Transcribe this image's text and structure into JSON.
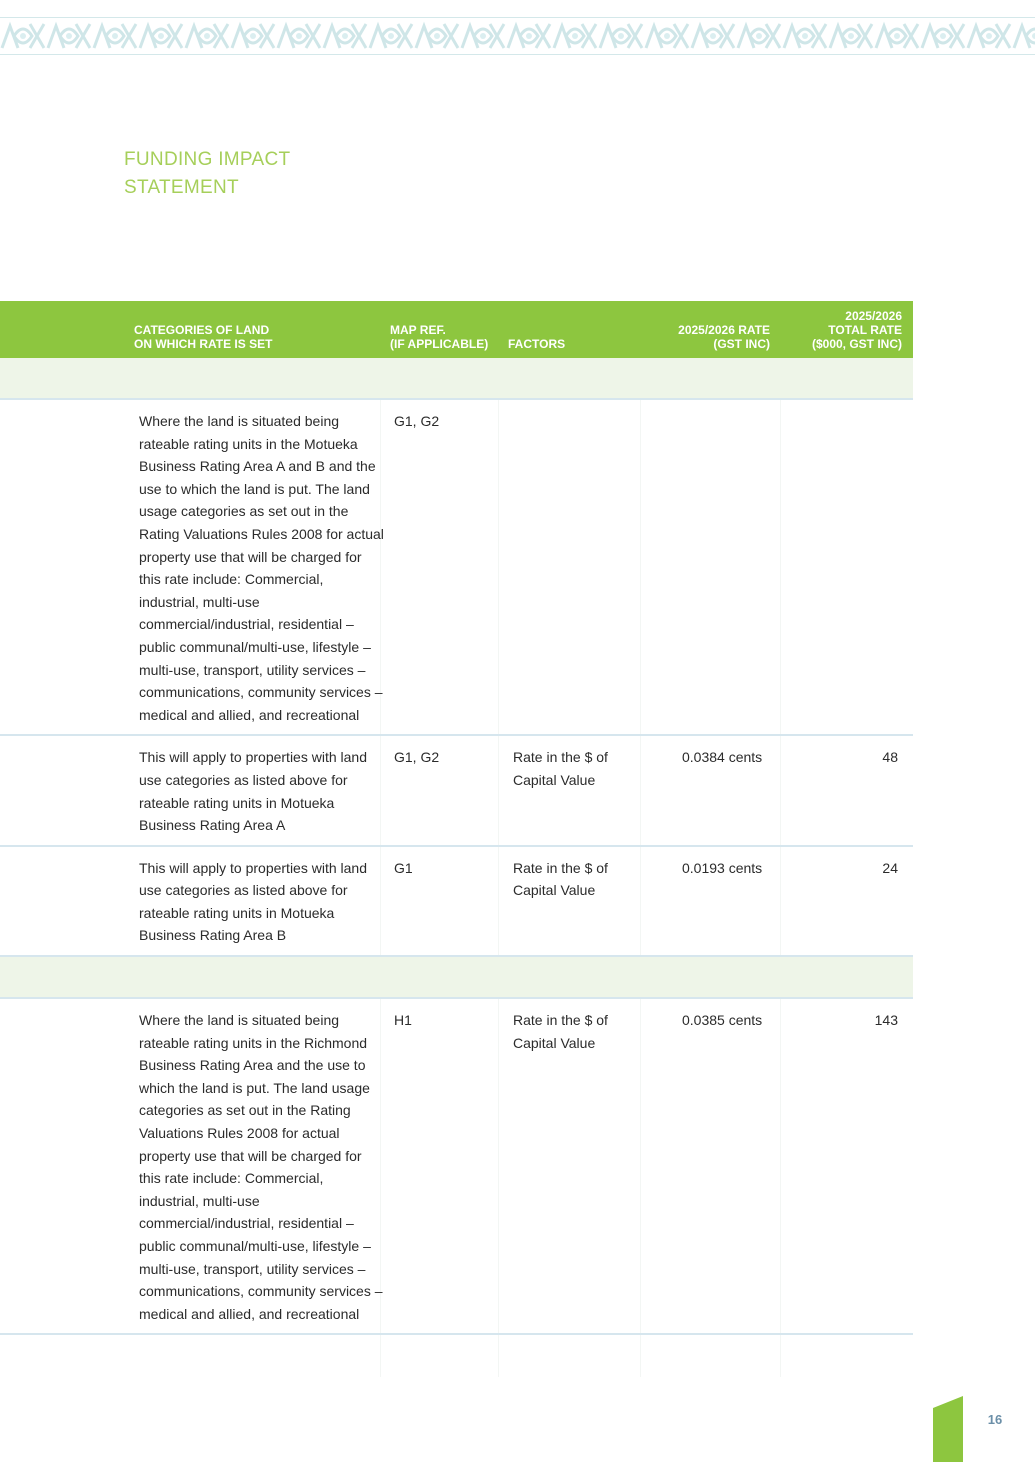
{
  "header": {
    "title_line1": "FUNDING IMPACT",
    "title_line2": "STATEMENT"
  },
  "table": {
    "columns": {
      "category_line1": "CATEGORIES OF LAND",
      "category_line2": "ON WHICH RATE IS SET",
      "map_line1": "MAP REF.",
      "map_line2": "(IF APPLICABLE)",
      "factors": "FACTORS",
      "rate_line1": "2025/2026 RATE",
      "rate_line2": "(GST INC)",
      "total_line1": "2025/2026",
      "total_line2": "TOTAL RATE",
      "total_line3": "($000, GST INC)"
    },
    "rows": [
      {
        "description": "Where the land is situated being rateable rating units in the Motueka Business Rating Area A and B and the use to which the land is put. The land usage categories as set out in the Rating Valuations Rules 2008 for actual property use that will be charged for this rate include: Commercial, industrial, multi-use commercial/industrial, residential – public communal/multi-use, lifestyle – multi-use, transport, utility services – communications, community services – medical and allied, and recreational",
        "map_ref": "G1, G2",
        "factors": "",
        "rate": "",
        "total": ""
      },
      {
        "description": "This will apply to properties with land use categories as listed above for rateable rating units in Motueka Business Rating Area A",
        "map_ref": "G1, G2",
        "factors": "Rate in the $ of Capital Value",
        "rate": "0.0384 cents",
        "total": "48"
      },
      {
        "description": "This will apply to properties with land use categories as listed above for rateable rating units in Motueka Business Rating Area B",
        "map_ref": "G1",
        "factors": "Rate in the $ of Capital Value",
        "rate": "0.0193 cents",
        "total": "24"
      },
      {
        "description": "Where the land is situated being rateable rating units in the Richmond Business Rating Area and the use to which the land is put. The land usage categories as set out in the Rating Valuations Rules 2008 for actual property use that will be charged for this rate include: Commercial, industrial, multi-use commercial/industrial, residential – public communal/multi-use, lifestyle – multi-use, transport, utility services – communications, community services – medical and allied, and recreational",
        "map_ref": "H1",
        "factors": "Rate in the $ of Capital Value",
        "rate": "0.0385 cents",
        "total": "143"
      }
    ]
  },
  "footer": {
    "page_number": "16"
  },
  "colors": {
    "accent_green": "#8dc63f",
    "title_green": "#a6cf5a",
    "section_bar": "#eef5e8",
    "divider": "#d6e6ee"
  }
}
